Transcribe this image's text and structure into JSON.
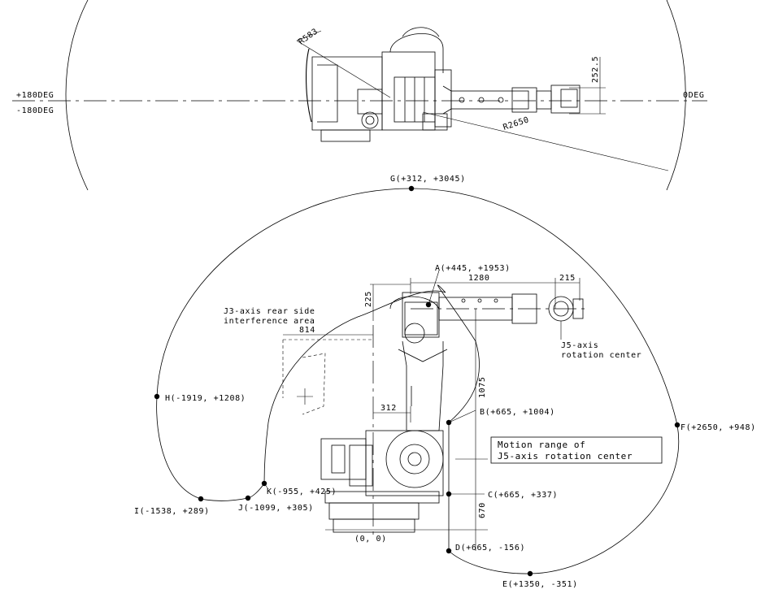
{
  "top_view": {
    "angle_plus180": "+180DEG",
    "angle_minus180": "-180DEG",
    "angle_zero": "0DEG",
    "radius_inner": "R583",
    "radius_outer": "R2650",
    "offset_dim": "252.5"
  },
  "side_view": {
    "points": [
      {
        "id": "A",
        "label": "A(+445, +1953)"
      },
      {
        "id": "B",
        "label": "B(+665, +1004)"
      },
      {
        "id": "C",
        "label": "C(+665, +337)"
      },
      {
        "id": "D",
        "label": "D(+665, -156)"
      },
      {
        "id": "E",
        "label": "E(+1350, -351)"
      },
      {
        "id": "F",
        "label": "F(+2650, +948)"
      },
      {
        "id": "G",
        "label": "G(+312, +3045)"
      },
      {
        "id": "H",
        "label": "H(-1919, +1208)"
      },
      {
        "id": "I",
        "label": "I(-1538, +289)"
      },
      {
        "id": "J",
        "label": "J(-1099, +305)"
      },
      {
        "id": "K",
        "label": "K(-955, +425)"
      }
    ],
    "origin": "(0, 0)",
    "dims": {
      "d1280": "1280",
      "d215": "215",
      "d225": "225",
      "d814": "814",
      "d312": "312",
      "d1075": "1075",
      "d670": "670"
    },
    "j3_note_line1": "J3-axis rear side",
    "j3_note_line2": "interference area",
    "j5_note_line1": "J5-axis",
    "j5_note_line2": "rotation center",
    "legend_line1": "Motion range of",
    "legend_line2": "J5-axis rotation center"
  }
}
